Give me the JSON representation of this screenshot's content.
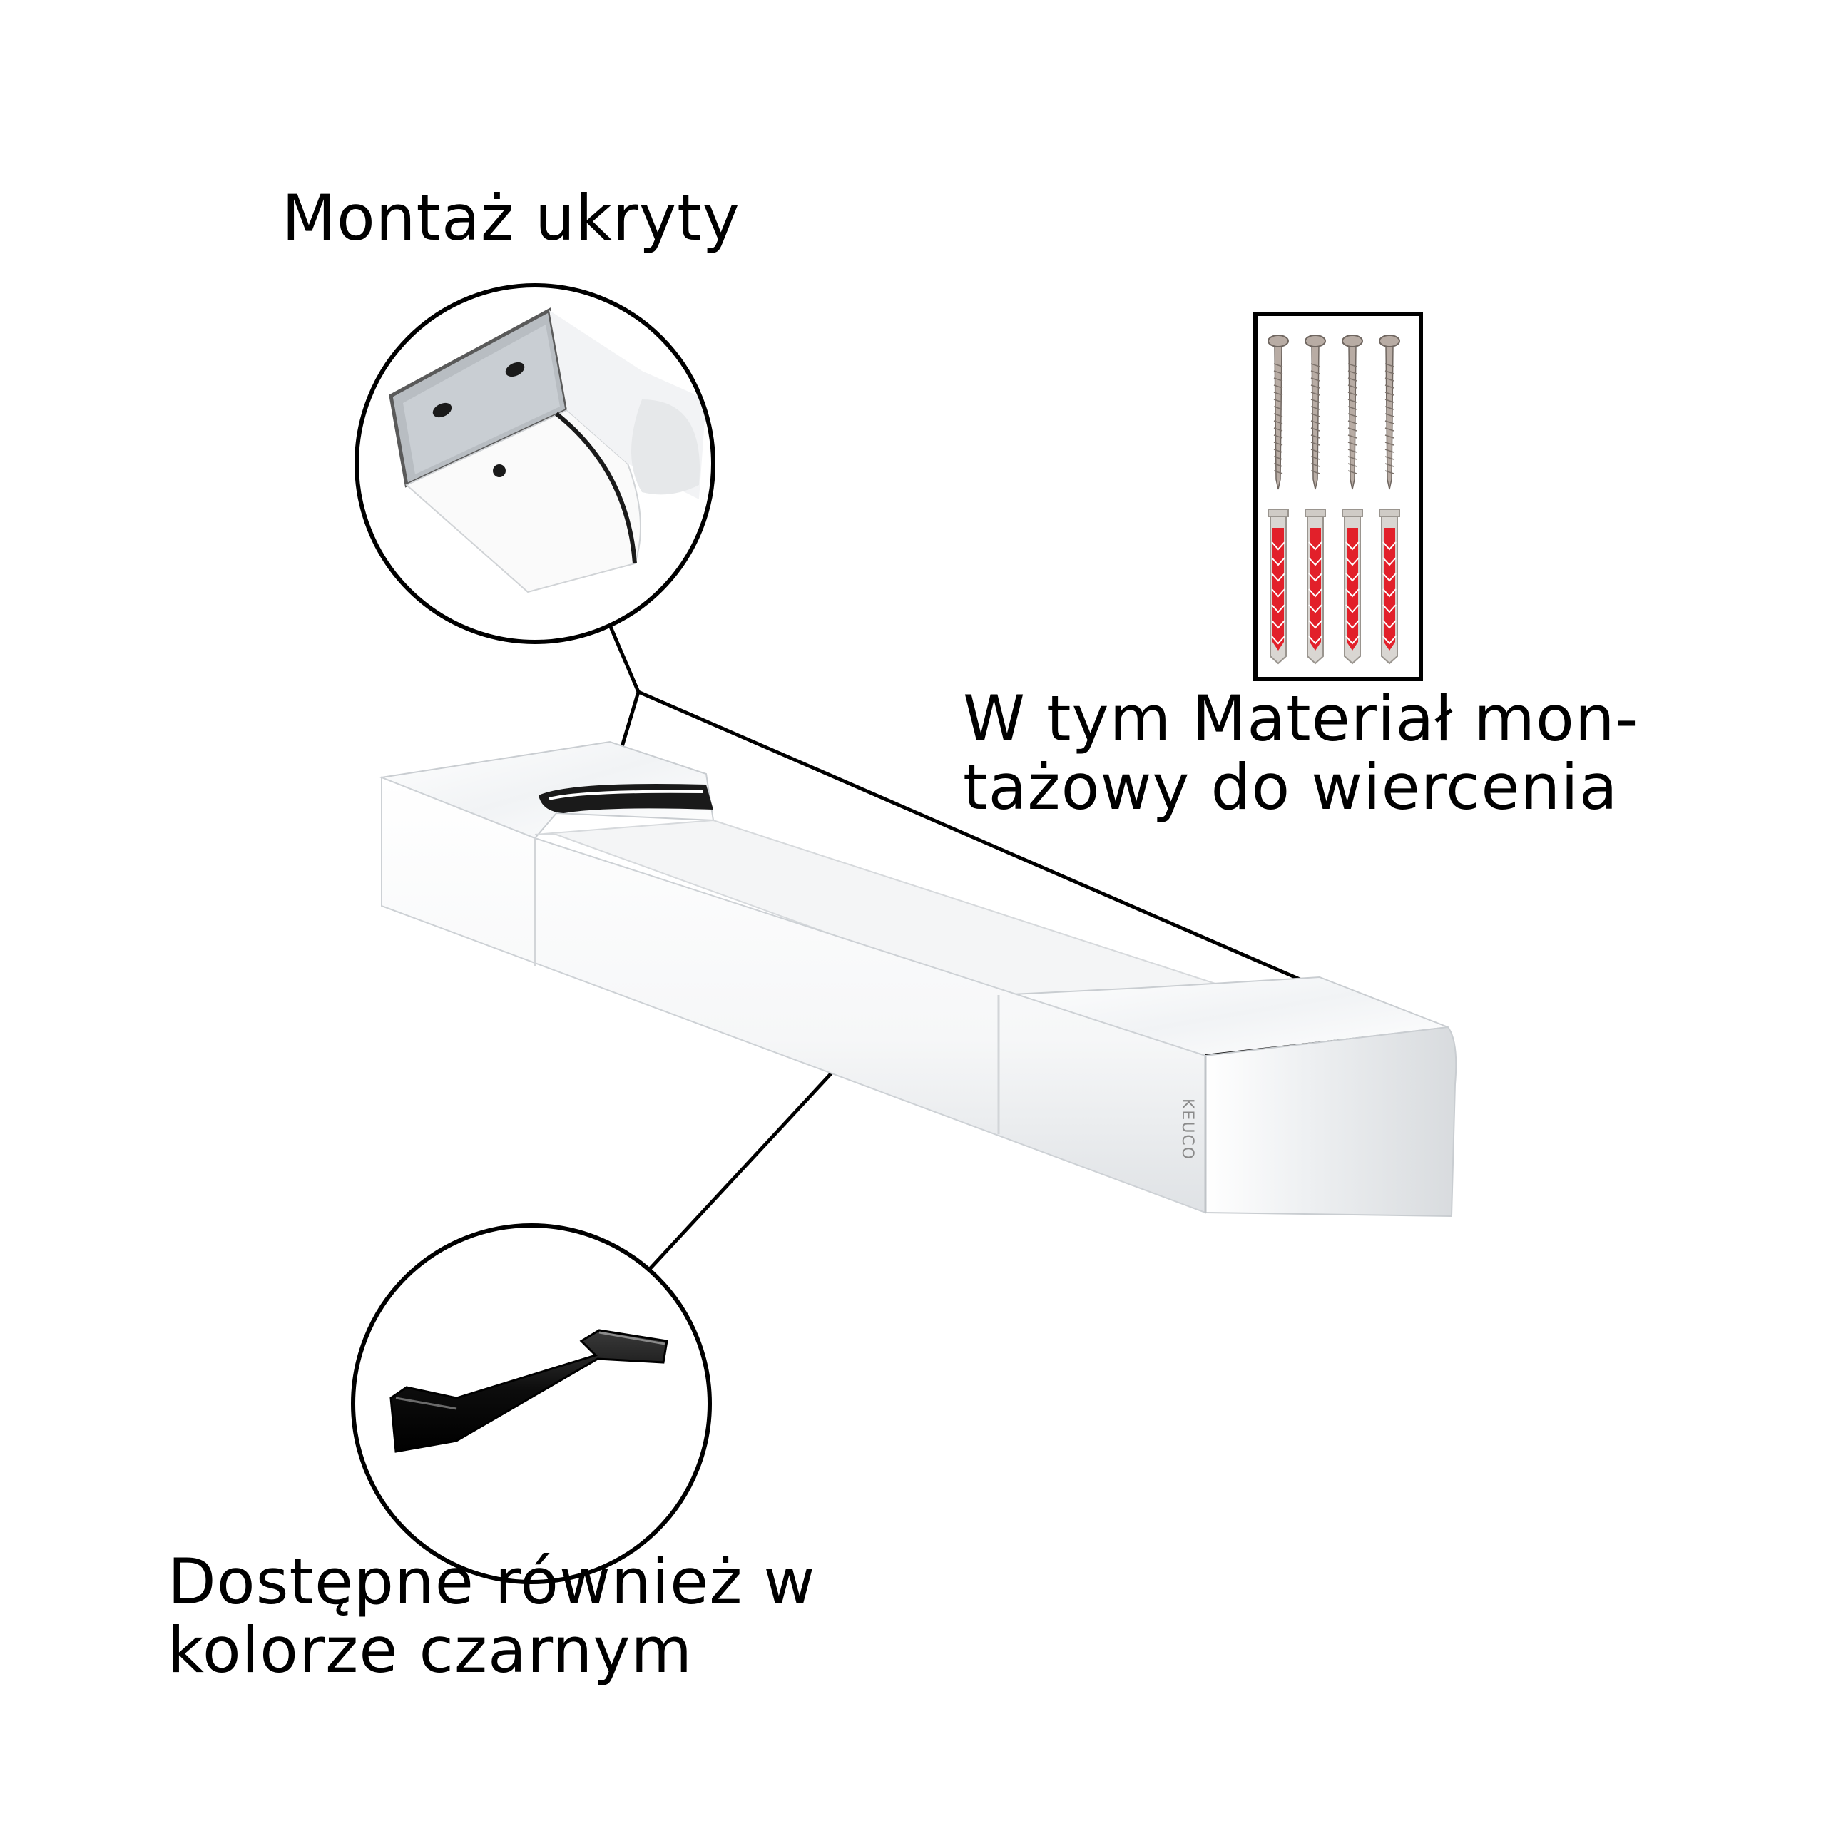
{
  "callouts": {
    "hidden_mounting": "Montaż ukryty",
    "mounting_kit_line1": "W tym Materiał mon-",
    "mounting_kit_line2": "tażowy do wiercenia",
    "black_line1": "Dostępne również w",
    "black_line2": "kolorze czarnym"
  },
  "product": {
    "brand_mark": "KEUCO",
    "finish_color": "#e9ecef",
    "alt_finish_color": "#111111"
  },
  "kit": {
    "screw_count": 4,
    "dowel_count": 4,
    "dowel_color": "#e2202a",
    "screw_color": "#b8aca4"
  },
  "colors": {
    "text": "#000000",
    "line": "#000000",
    "background": "#ffffff"
  }
}
